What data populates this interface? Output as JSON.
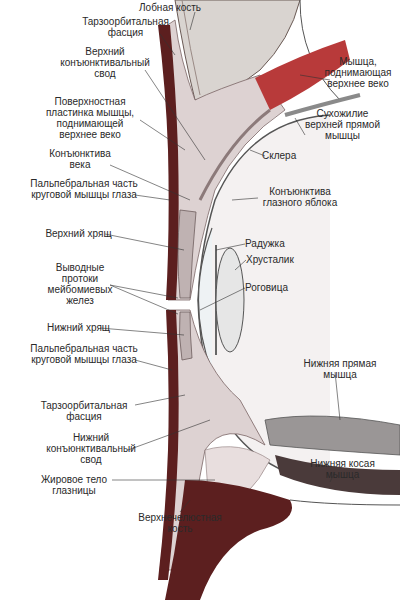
{
  "diagram": {
    "labels": [
      "Лобная кость",
      "Тарзоорбитальная фасция",
      "Мышца, поднимающая верхнее веко",
      "Верхний конъюнктивальный свод",
      "Поверхностная пластинка мышцы, поднимающей верхнее веко",
      "Сухожилие верхней прямой мышцы",
      "Склера",
      "Конъюнктива века",
      "Конъюнктива глазного яблока",
      "Пальпебральная часть круговой мышцы глаза",
      "Радужка",
      "Верхний хрящ",
      "Хрусталик",
      "Выводные протоки мейбомиевых желез",
      "Роговица",
      "Нижний хрящ",
      "Пальпебральная часть круговой мышцы глаза",
      "Нижняя прямая мышца",
      "Тарзоорбитальная фасция",
      "Нижний конъюнктивальный свод",
      "Нижняя косая мышца",
      "Жировое тело глазницы",
      "Верхнечелюстная кость"
    ]
  }
}
